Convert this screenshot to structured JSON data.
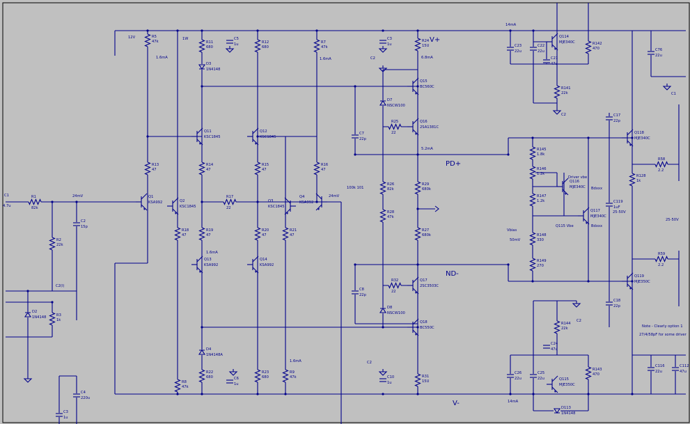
{
  "nets": {
    "vplus": "V+",
    "vminus": "V-",
    "pdplus": "PD+",
    "ndminus": "ND-"
  },
  "top_labels": {
    "v12": "12V",
    "w1": "1W",
    "c2_top": "C2",
    "ma14_top": "14mA",
    "ma16_left": "1.6mA",
    "ma16_right": "1.6mA",
    "ma14_bottom": "14mA",
    "c2_mid": "C2(l)",
    "c2_bottom": "C2",
    "c2_b2": "C2",
    "mv24_left": "24mV",
    "mv24_right": "24mV",
    "ma16_mid": "1.6mA",
    "ma16_low": "1.6mA",
    "ma52": "5.2mA",
    "ma68": "6.8mA",
    "vbias": "Vbias",
    "mv50": "50mV",
    "driver_vbe": "Driver vbe",
    "q115vbe": "Q115 Vbe",
    "v2550_1": "25-50V",
    "v2550_2": "25-50V",
    "c2_r1": "C2",
    "c1_r": "C1",
    "fb": "100k 101",
    "note1": "Note - Clearly option 1",
    "note2": "27/4/58pF for some driver"
  },
  "components": [
    {
      "ref": "R5",
      "val": "47k"
    },
    {
      "ref": "R11",
      "val": "680"
    },
    {
      "ref": "C5",
      "val": "1u"
    },
    {
      "ref": "R12",
      "val": "680"
    },
    {
      "ref": "R7",
      "val": "47k"
    },
    {
      "ref": "C3",
      "val": "1u"
    },
    {
      "ref": "R24",
      "val": "15U"
    },
    {
      "ref": "C23",
      "val": "22u"
    },
    {
      "ref": "C22",
      "val": "22u"
    },
    {
      "ref": "Q114",
      "val": "MJE340C"
    },
    {
      "ref": "R142",
      "val": "470"
    },
    {
      "ref": "C21",
      "val": "47u"
    },
    {
      "ref": "R141",
      "val": "22k"
    },
    {
      "ref": "C76",
      "val": "22u"
    },
    {
      "ref": "D3",
      "val": "1N4148"
    },
    {
      "ref": "Q11",
      "val": "KSC1845"
    },
    {
      "ref": "Q12",
      "val": "KSC1845"
    },
    {
      "ref": "Q15",
      "val": "BC560C"
    },
    {
      "ref": "D7",
      "val": "NSCW100"
    },
    {
      "ref": "Q16",
      "val": "2SA1381C"
    },
    {
      "ref": "R25",
      "val": "22"
    },
    {
      "ref": "C7",
      "val": "22p"
    },
    {
      "ref": "R145",
      "val": "1.8k"
    },
    {
      "ref": "R146",
      "val": "1.2k"
    },
    {
      "ref": "Q116",
      "val": "MJE340C"
    },
    {
      "ref": "R147",
      "val": "1.2k"
    },
    {
      "ref": "Q117",
      "val": "MJE340C"
    },
    {
      "ref": "R148",
      "val": "330"
    },
    {
      "ref": "R149",
      "val": "270"
    },
    {
      "ref": "R13",
      "val": "47"
    },
    {
      "ref": "R14",
      "val": "47"
    },
    {
      "ref": "R15",
      "val": "47"
    },
    {
      "ref": "R16",
      "val": "47"
    },
    {
      "ref": "R17",
      "val": "22"
    },
    {
      "ref": "R1",
      "val": "82k"
    },
    {
      "ref": "C1",
      "val": "4.7u"
    },
    {
      "ref": "Q1",
      "val": "KSA992"
    },
    {
      "ref": "Q2",
      "val": "KSC1845"
    },
    {
      "ref": "Q3",
      "val": "KSC1845"
    },
    {
      "ref": "Q4",
      "val": "KSA992"
    },
    {
      "ref": "R2",
      "val": "22k"
    },
    {
      "ref": "C2",
      "val": "15p"
    },
    {
      "ref": "R18",
      "val": "47"
    },
    {
      "ref": "R19",
      "val": "47"
    },
    {
      "ref": "R20",
      "val": "47"
    },
    {
      "ref": "R21",
      "val": "47"
    },
    {
      "ref": "R26",
      "val": "82k"
    },
    {
      "ref": "R28",
      "val": "47k"
    },
    {
      "ref": "R29",
      "val": "680k"
    },
    {
      "ref": "R27",
      "val": "680k"
    },
    {
      "ref": "Q13",
      "val": "KSA992"
    },
    {
      "ref": "Q14",
      "val": "KSA992"
    },
    {
      "ref": "R32",
      "val": "22"
    },
    {
      "ref": "Q17",
      "val": "2SC3503C"
    },
    {
      "ref": "D8",
      "val": "NSCW100"
    },
    {
      "ref": "C8",
      "val": "22p"
    },
    {
      "ref": "Q18",
      "val": "BC550C"
    },
    {
      "ref": "D2",
      "val": "1N4148"
    },
    {
      "ref": "R3",
      "val": "1k"
    },
    {
      "ref": "D4",
      "val": "1N4148A"
    },
    {
      "ref": "R22",
      "val": "680"
    },
    {
      "ref": "C6",
      "val": "1u"
    },
    {
      "ref": "R23",
      "val": "680"
    },
    {
      "ref": "R8",
      "val": "47k"
    },
    {
      "ref": "R9",
      "val": "47k"
    },
    {
      "ref": "C10",
      "val": "1u"
    },
    {
      "ref": "R31",
      "val": "15U"
    },
    {
      "ref": "C4",
      "val": "220u"
    },
    {
      "ref": "C3b",
      "val": "1u"
    },
    {
      "ref": "Q118",
      "val": "MJE340C"
    },
    {
      "ref": "R128",
      "val": "1k"
    },
    {
      "ref": "C17",
      "val": "22p"
    },
    {
      "ref": "C119",
      "val": "1uF"
    },
    {
      "ref": "R58",
      "val": "2.2"
    },
    {
      "ref": "R59",
      "val": "2.2"
    },
    {
      "ref": "Q119",
      "val": "MJE350C"
    },
    {
      "ref": "C18",
      "val": "22p"
    },
    {
      "ref": "R144",
      "val": "22k"
    },
    {
      "ref": "C24",
      "val": "47u"
    },
    {
      "ref": "C26",
      "val": "22u"
    },
    {
      "ref": "C25",
      "val": "22u"
    },
    {
      "ref": "Q115",
      "val": "MJE350C"
    },
    {
      "ref": "R143",
      "val": "470"
    },
    {
      "ref": "D113",
      "val": "1N4148"
    },
    {
      "ref": "C116",
      "val": "22u"
    },
    {
      "ref": "C112",
      "val": "47u"
    },
    {
      "ref": "Bdxxx1",
      "val": "Bdxxx"
    },
    {
      "ref": "Bdxxx2",
      "val": "Bdxxx"
    }
  ],
  "colors": {
    "wire": "#00008b",
    "background": "#c0c0c0"
  }
}
